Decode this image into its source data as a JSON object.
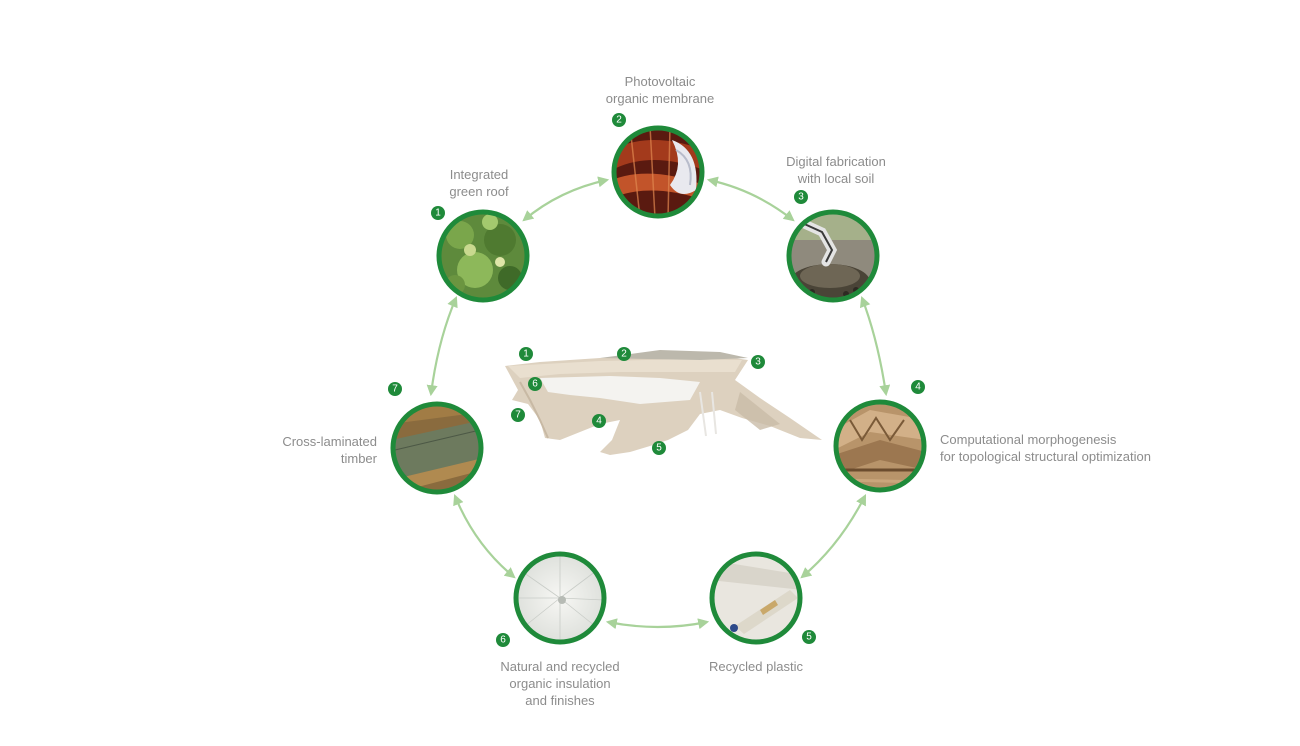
{
  "colors": {
    "ring": "#1f8a3a",
    "badge": "#1f8a3a",
    "arrow": "#a8d29a",
    "label": "#8c8c8c",
    "structure": "#d9ccb9"
  },
  "nodes": [
    {
      "number": "1",
      "label": "Integrated\ngreen roof",
      "image": "green-roof"
    },
    {
      "number": "2",
      "label": "Photovoltaic\norganic membrane",
      "image": "photovoltaic-membrane"
    },
    {
      "number": "3",
      "label": "Digital fabrication\nwith local soil",
      "image": "robot-arm-printing"
    },
    {
      "number": "4",
      "label": "Computational morphogenesis\nfor topological structural optimization",
      "image": "printed-earth-structure"
    },
    {
      "number": "5",
      "label": "Recycled plastic",
      "image": "plastic-bottle"
    },
    {
      "number": "6",
      "label": "Natural and recycled\norganic insulation\nand finishes",
      "image": "fibrous-insulation"
    },
    {
      "number": "7",
      "label": "Cross-laminated\ntimber",
      "image": "timber-panel"
    }
  ],
  "structure_markers": [
    "1",
    "2",
    "3",
    "4",
    "5",
    "6",
    "7"
  ]
}
